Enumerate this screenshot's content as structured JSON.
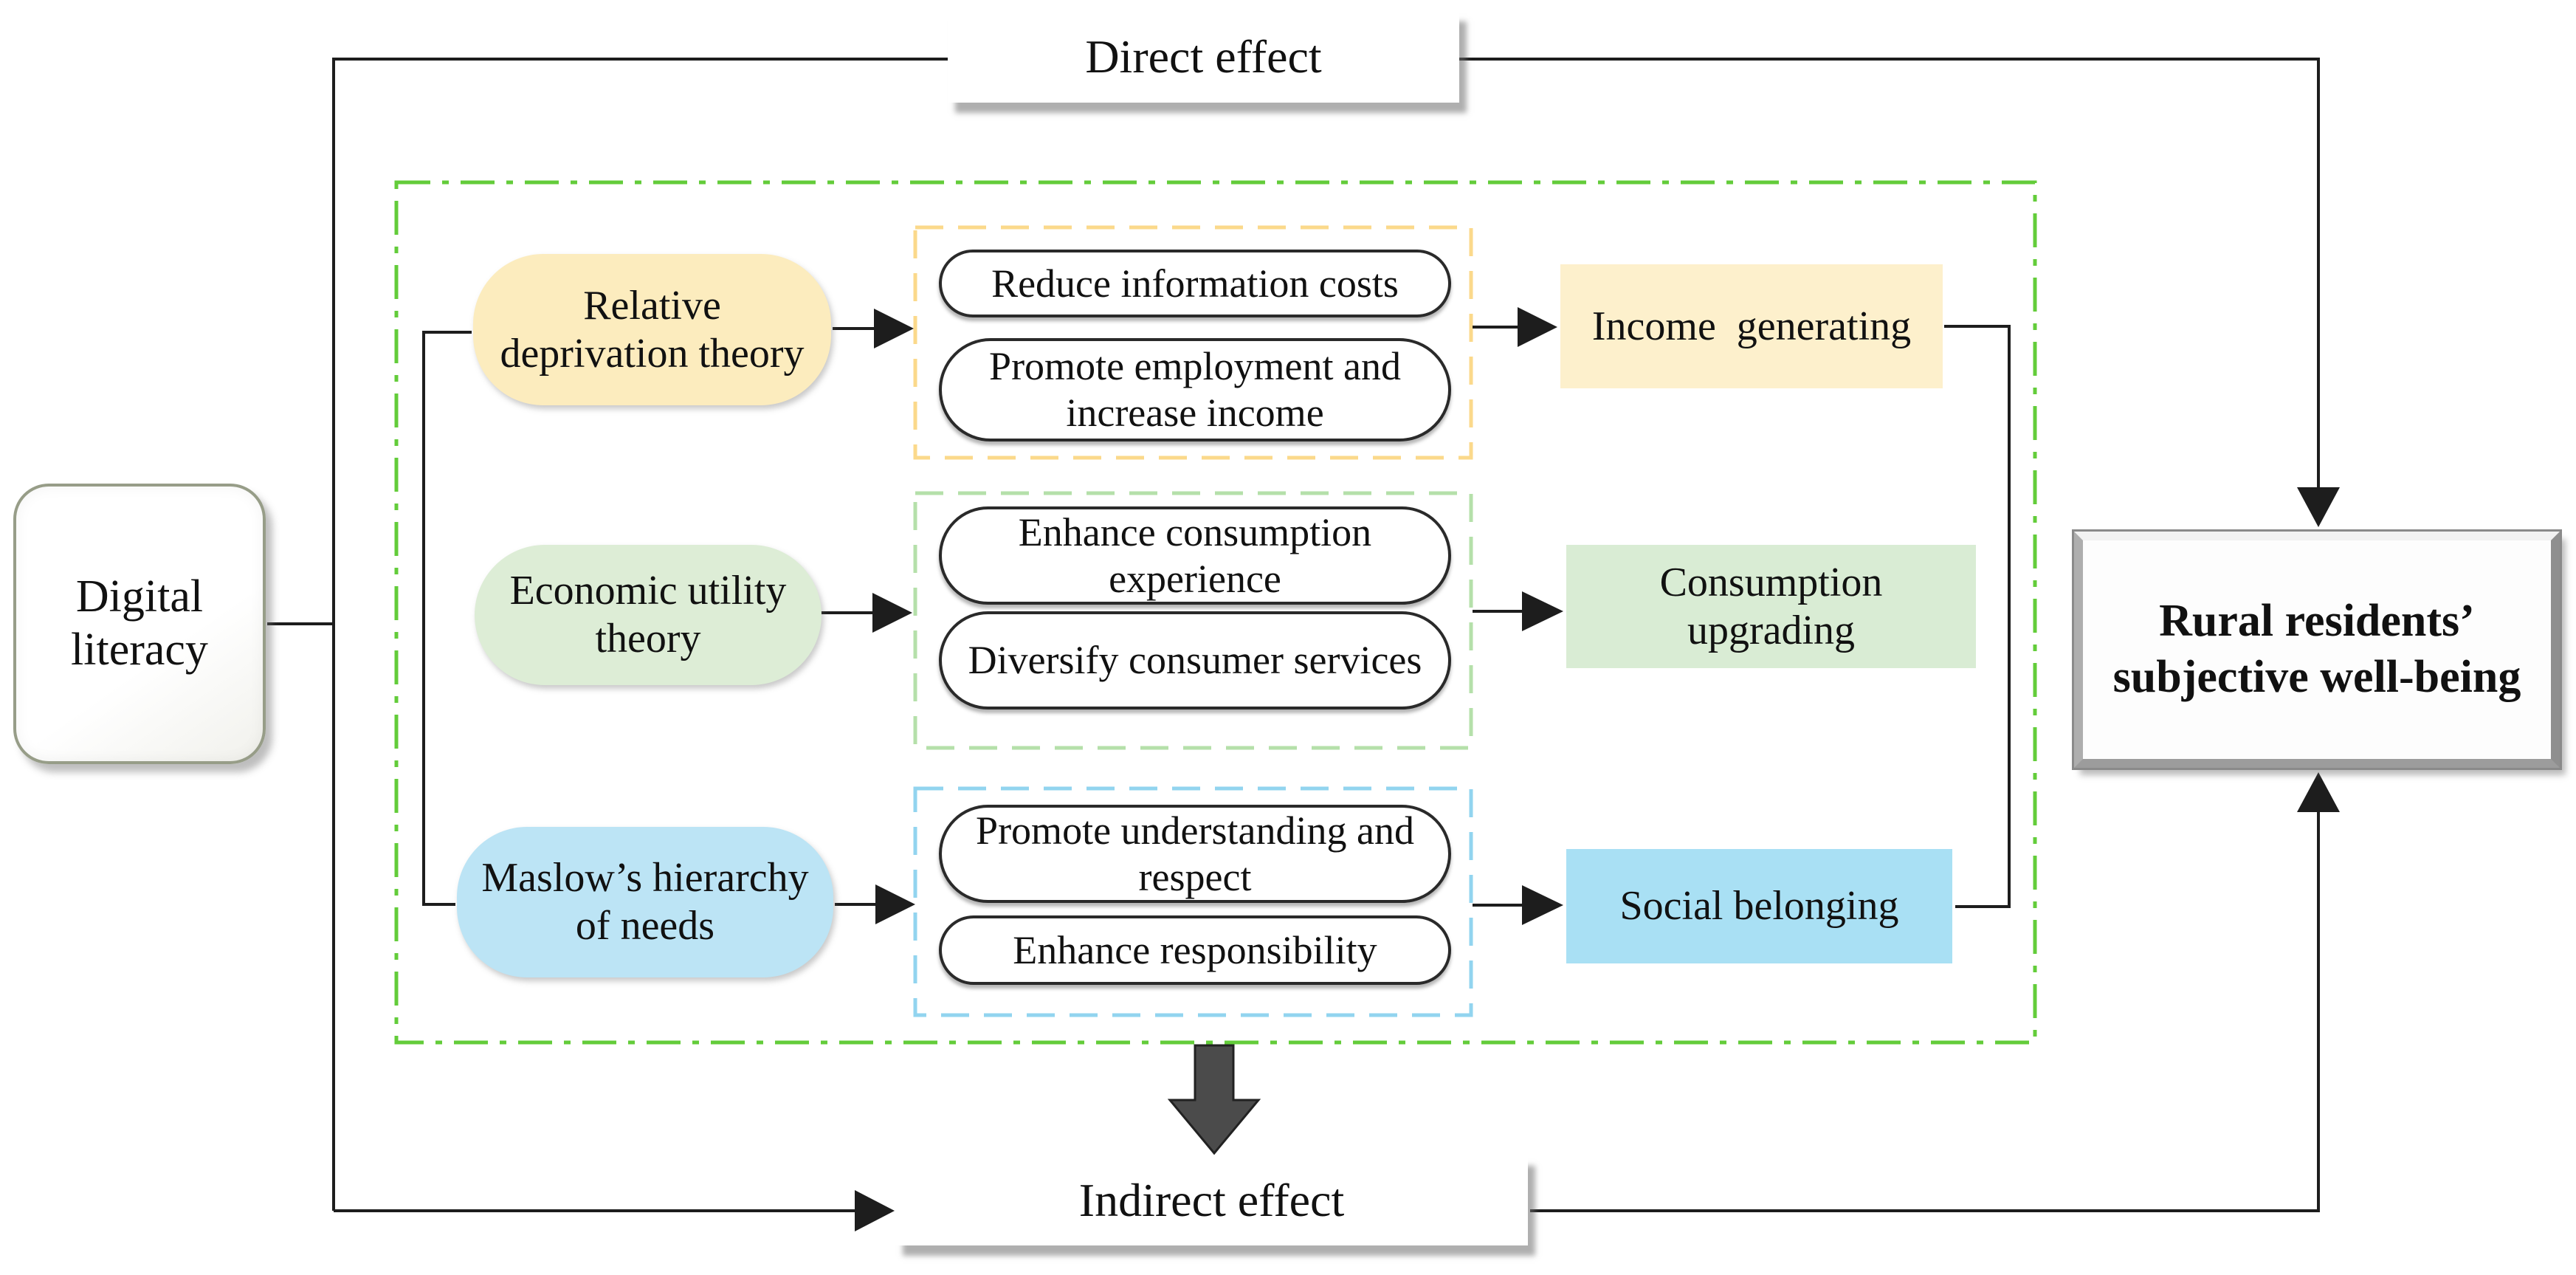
{
  "source": {
    "label": "Digital literacy"
  },
  "direct_effect": {
    "label": "Direct effect"
  },
  "indirect_effect": {
    "label": "Indirect effect"
  },
  "outcome": {
    "label": "Rural residents’ subjective well-being"
  },
  "theories": [
    {
      "label": "Relative deprivation theory",
      "color_key": "theory-yellow"
    },
    {
      "label": "Economic utility theory",
      "color_key": "theory-green"
    },
    {
      "label": "Maslow’s hierarchy of needs",
      "color_key": "theory-blue"
    }
  ],
  "groups": [
    {
      "items": [
        {
          "label": "Reduce information costs"
        },
        {
          "label": "Promote employment and increase income"
        }
      ]
    },
    {
      "items": [
        {
          "label": "Enhance consumption experience"
        },
        {
          "label": "Diversify consumer services"
        }
      ]
    },
    {
      "items": [
        {
          "label": "Promote understanding and respect"
        },
        {
          "label": "Enhance responsibility"
        }
      ]
    }
  ],
  "outcomes": [
    {
      "label": "Income generating"
    },
    {
      "label": "Consumption upgrading"
    },
    {
      "label": "Social belonging"
    }
  ],
  "colors": {
    "line": "#1d1d1d",
    "container-border": "#63cc3a",
    "group-yellow-border": "#fbd98b",
    "group-green-border": "#b5e0aa",
    "group-blue-border": "#92d4ef",
    "theory-yellow": "#fcecbe",
    "theory-green": "#ddedd6",
    "theory-blue": "#bce4f5",
    "outcome-yellow": "#fdf0cc",
    "outcome-green": "#d9ecd4",
    "outcome-blue": "#a9e0f4",
    "arrow-dark": "#4b4b4b"
  }
}
